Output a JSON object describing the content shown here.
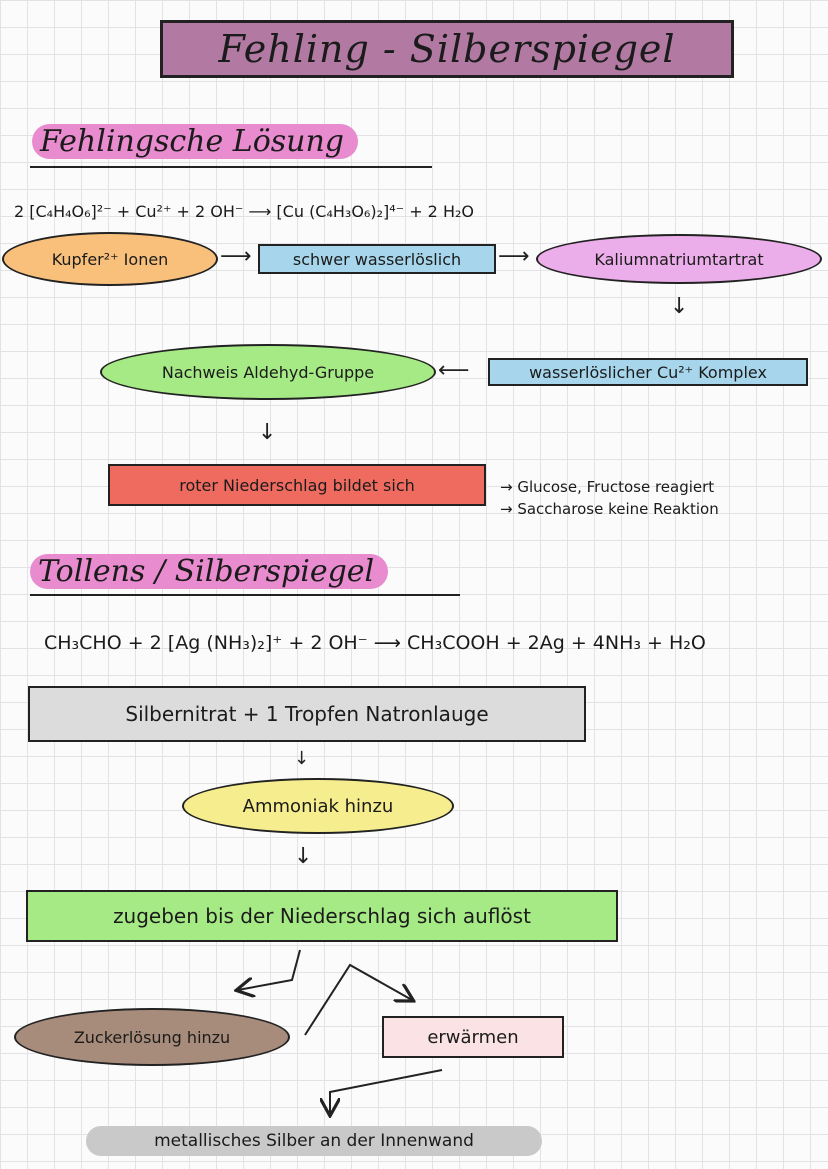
{
  "title": "Fehling - Silberspiegel",
  "fehling": {
    "heading": "Fehlingsche Lösung",
    "equation": "2 [C₄H₄O₆]²⁻ + Cu²⁺ + 2 OH⁻ ⟶ [Cu (C₄H₃O₆)₂]⁴⁻ + 2 H₂O",
    "kupfer_ionen": "Kupfer²⁺ Ionen",
    "schwer_wasserloeslich": "schwer wasserlöslich",
    "kaliumnatriumtartrat": "Kaliumnatriumtartrat",
    "komplex": "wasserlöslicher Cu²⁺ Komplex",
    "nachweis": "Nachweis Aldehyd-Gruppe",
    "roter_niederschlag": "roter Niederschlag bildet sich",
    "note_1": "→ Glucose, Fructose reagiert",
    "note_2": "→ Saccharose keine Reaktion"
  },
  "tollens": {
    "heading": "Tollens / Silberspiegel",
    "equation": "CH₃CHO + 2 [Ag (NH₃)₂]⁺ + 2 OH⁻ ⟶ CH₃COOH + 2Ag + 4NH₃ + H₂O",
    "silbernitrat": "Silbernitrat + 1 Tropfen Natronlauge",
    "ammoniak": "Ammoniak hinzu",
    "zugeben": "zugeben bis der Niederschlag sich auflöst",
    "zuckerloesung": "Zuckerlösung hinzu",
    "erwaermen": "erwärmen",
    "metallisches_silber": "metallisches Silber an der Innenwand"
  },
  "colors": {
    "title_bg": "#b27aa3",
    "heading_highlight": "#e88ccf",
    "orange": "#f9c07c",
    "blue": "#a7d6ec",
    "pink": "#ecaeea",
    "green": "#a6ea85",
    "red": "#ef6b60",
    "gray": "#dcdcdc",
    "yellow": "#f6ee8e",
    "brown": "#a78b7b",
    "light_pink": "#fbe2e4",
    "silver_pill": "#c9c9c9"
  }
}
